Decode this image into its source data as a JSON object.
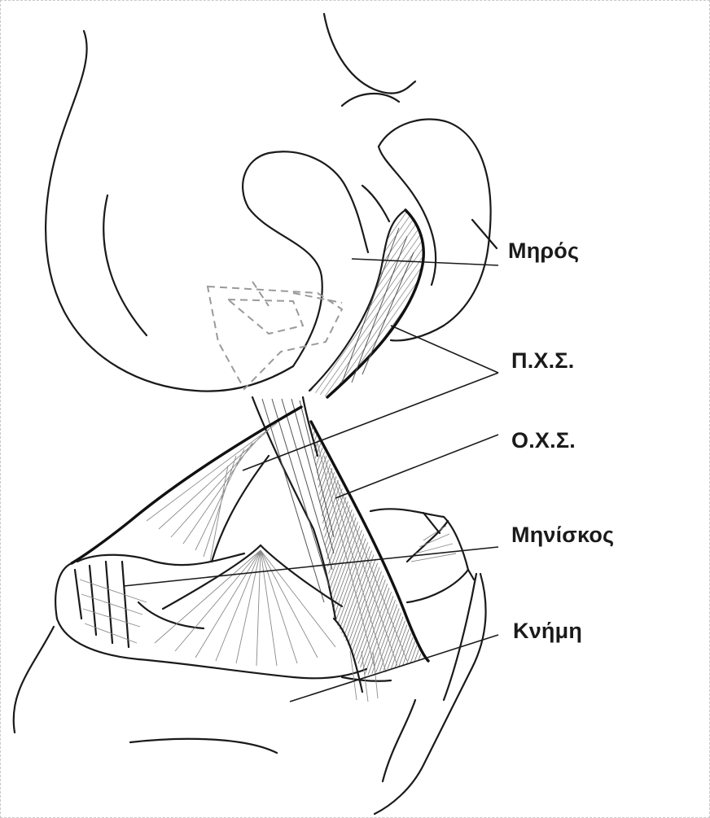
{
  "labels": {
    "femur": "Μηρός",
    "pcl": "Π.Χ.Σ.",
    "acl": "Ο.Χ.Σ.",
    "meniscus": "Μηνίσκος",
    "tibia": "Κνήμη"
  }
}
